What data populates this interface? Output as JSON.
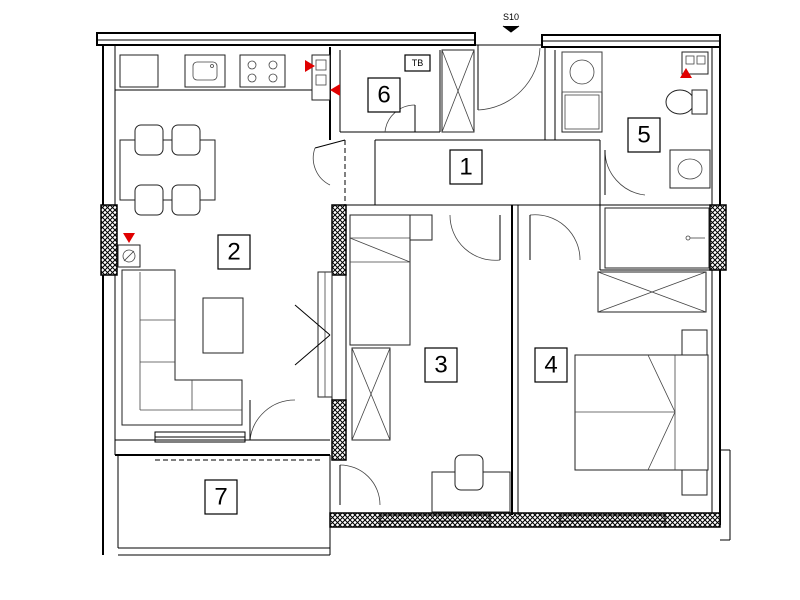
{
  "plan": {
    "section_label": "S10",
    "service_label": "TB",
    "colors": {
      "marker": "#e00000",
      "wall": "#000000",
      "hatch": "#000000"
    },
    "rooms": [
      {
        "id": "1",
        "label": "1"
      },
      {
        "id": "2",
        "label": "2"
      },
      {
        "id": "3",
        "label": "3"
      },
      {
        "id": "4",
        "label": "4"
      },
      {
        "id": "5",
        "label": "5"
      },
      {
        "id": "6",
        "label": "6"
      },
      {
        "id": "7",
        "label": "7"
      }
    ]
  }
}
